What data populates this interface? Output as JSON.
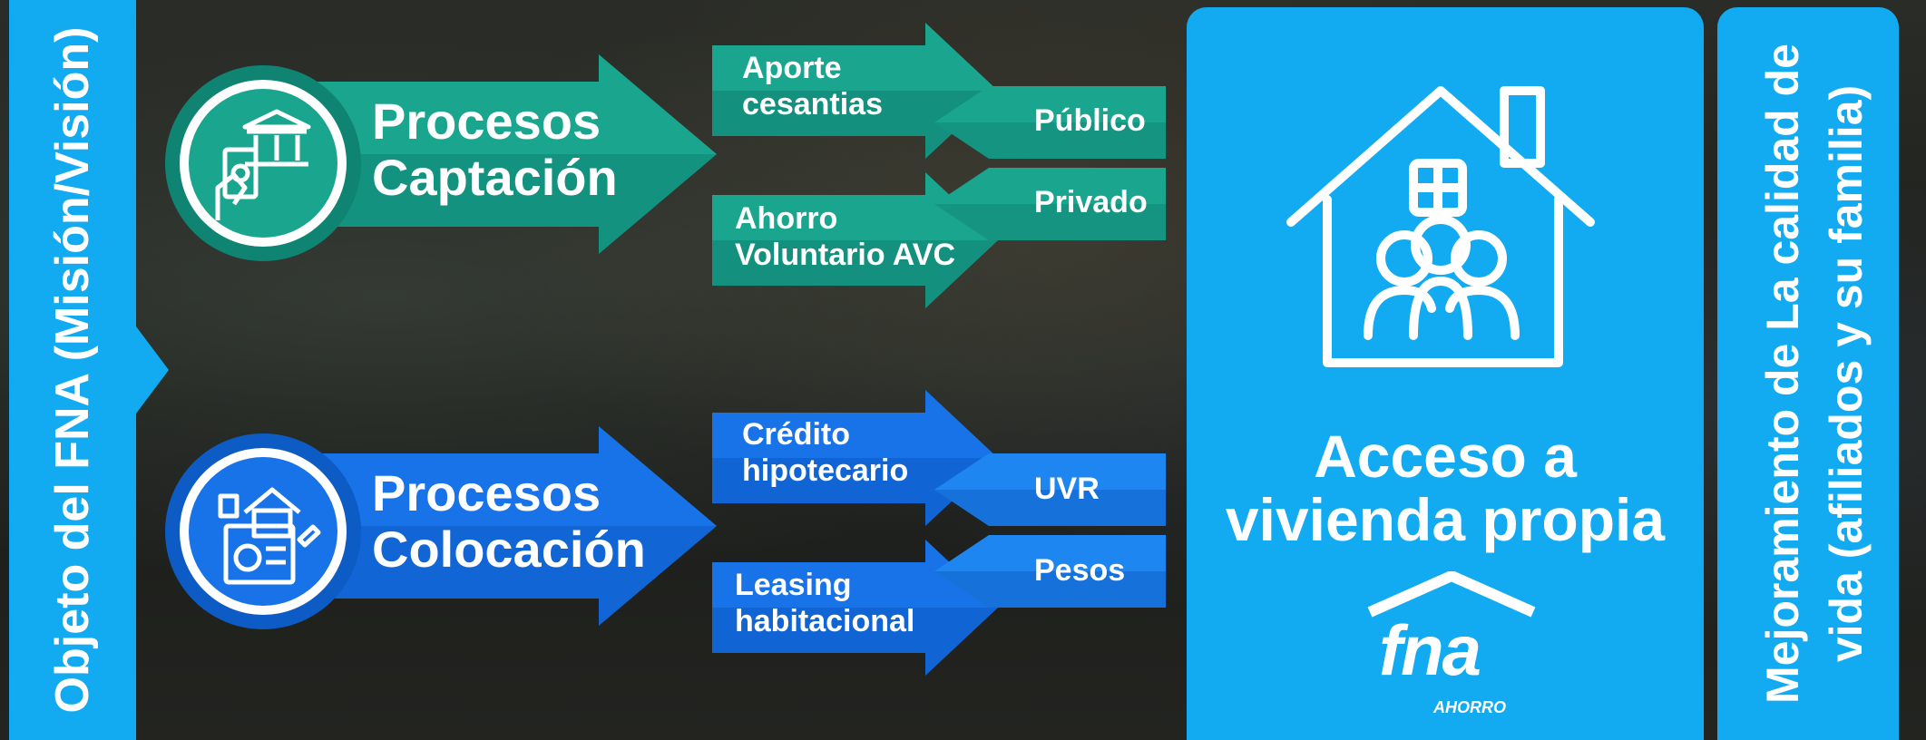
{
  "colors": {
    "teal": "#1aa58f",
    "teal_dark": "#0f8473",
    "blue": "#1872e8",
    "blue_dark": "#0d5bc4",
    "sky": "#12aaf0",
    "sky_light": "#3ec3f5",
    "white": "#ffffff"
  },
  "left_bar": {
    "label": "Objeto del FNA (Misión/Visión)"
  },
  "right_bar": {
    "lines": [
      "Mejoramiento de La calidad de",
      "vida (afiliados y su familia)"
    ]
  },
  "processes": [
    {
      "lines": [
        "Procesos",
        "Captación"
      ],
      "icon": "bank-money-hand-icon",
      "color": "teal",
      "sub_arrows": [
        [
          "Aporte",
          "cesantias"
        ],
        [
          "Ahorro",
          "Voluntario AVC"
        ]
      ],
      "types": [
        "Público",
        "Privado"
      ]
    },
    {
      "lines": [
        "Procesos",
        "Colocación"
      ],
      "icon": "house-document-icon",
      "color": "blue",
      "sub_arrows": [
        [
          "Crédito",
          "hipotecario"
        ],
        [
          "Leasing",
          "habitacional"
        ]
      ],
      "types": [
        "UVR",
        "Pesos"
      ]
    }
  ],
  "result": {
    "lines": [
      "Acceso a",
      "vivienda propia"
    ],
    "icon": "family-house-icon",
    "logo": {
      "name": "fna",
      "tagline": "AHORRO"
    }
  }
}
